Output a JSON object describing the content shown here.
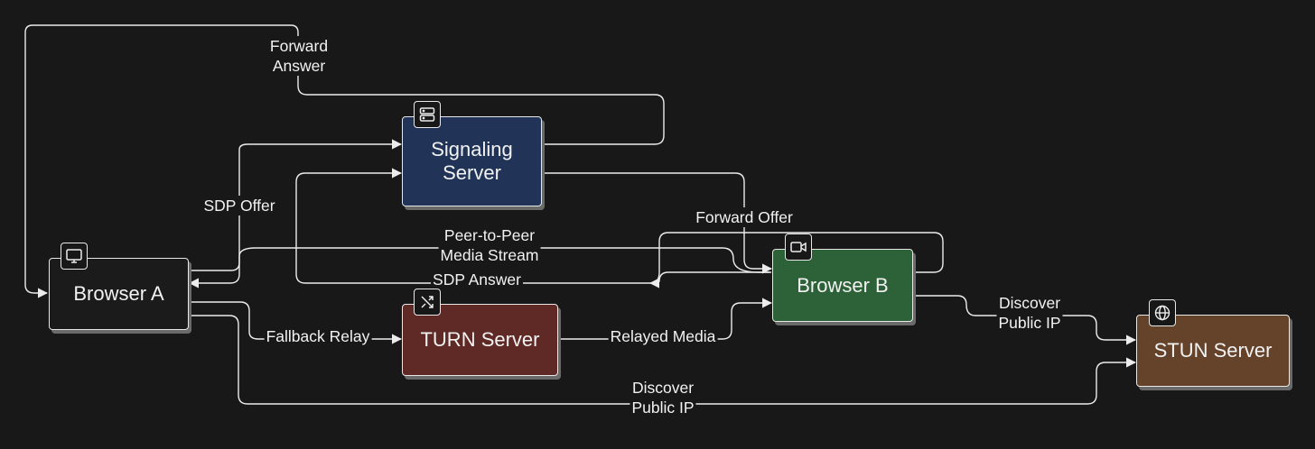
{
  "colors": {
    "background": "#181818",
    "edge": "#ececec",
    "browser_a": "#1b1b1b",
    "signaling": "#213457",
    "browser_b": "#2d6137",
    "turn": "#5f2a25",
    "stun": "#64432a"
  },
  "nodes": {
    "browser_a": {
      "label": "Browser A",
      "icon": "monitor-icon"
    },
    "signaling": {
      "label": "Signaling\nServer",
      "icon": "server-icon"
    },
    "browser_b": {
      "label": "Browser B",
      "icon": "video-camera-icon"
    },
    "turn": {
      "label": "TURN Server",
      "icon": "shuffle-icon"
    },
    "stun": {
      "label": "STUN Server",
      "icon": "globe-icon"
    }
  },
  "edges": {
    "forward_answer": "Forward\nAnswer",
    "sdp_offer": "SDP Offer",
    "forward_offer": "Forward Offer",
    "peer_media": "Peer-to-Peer\nMedia Stream",
    "sdp_answer": "SDP Answer",
    "fallback_relay": "Fallback Relay",
    "relayed_media": "Relayed Media",
    "discover_b": "Discover\nPublic IP",
    "discover_a": "Discover\nPublic IP"
  }
}
